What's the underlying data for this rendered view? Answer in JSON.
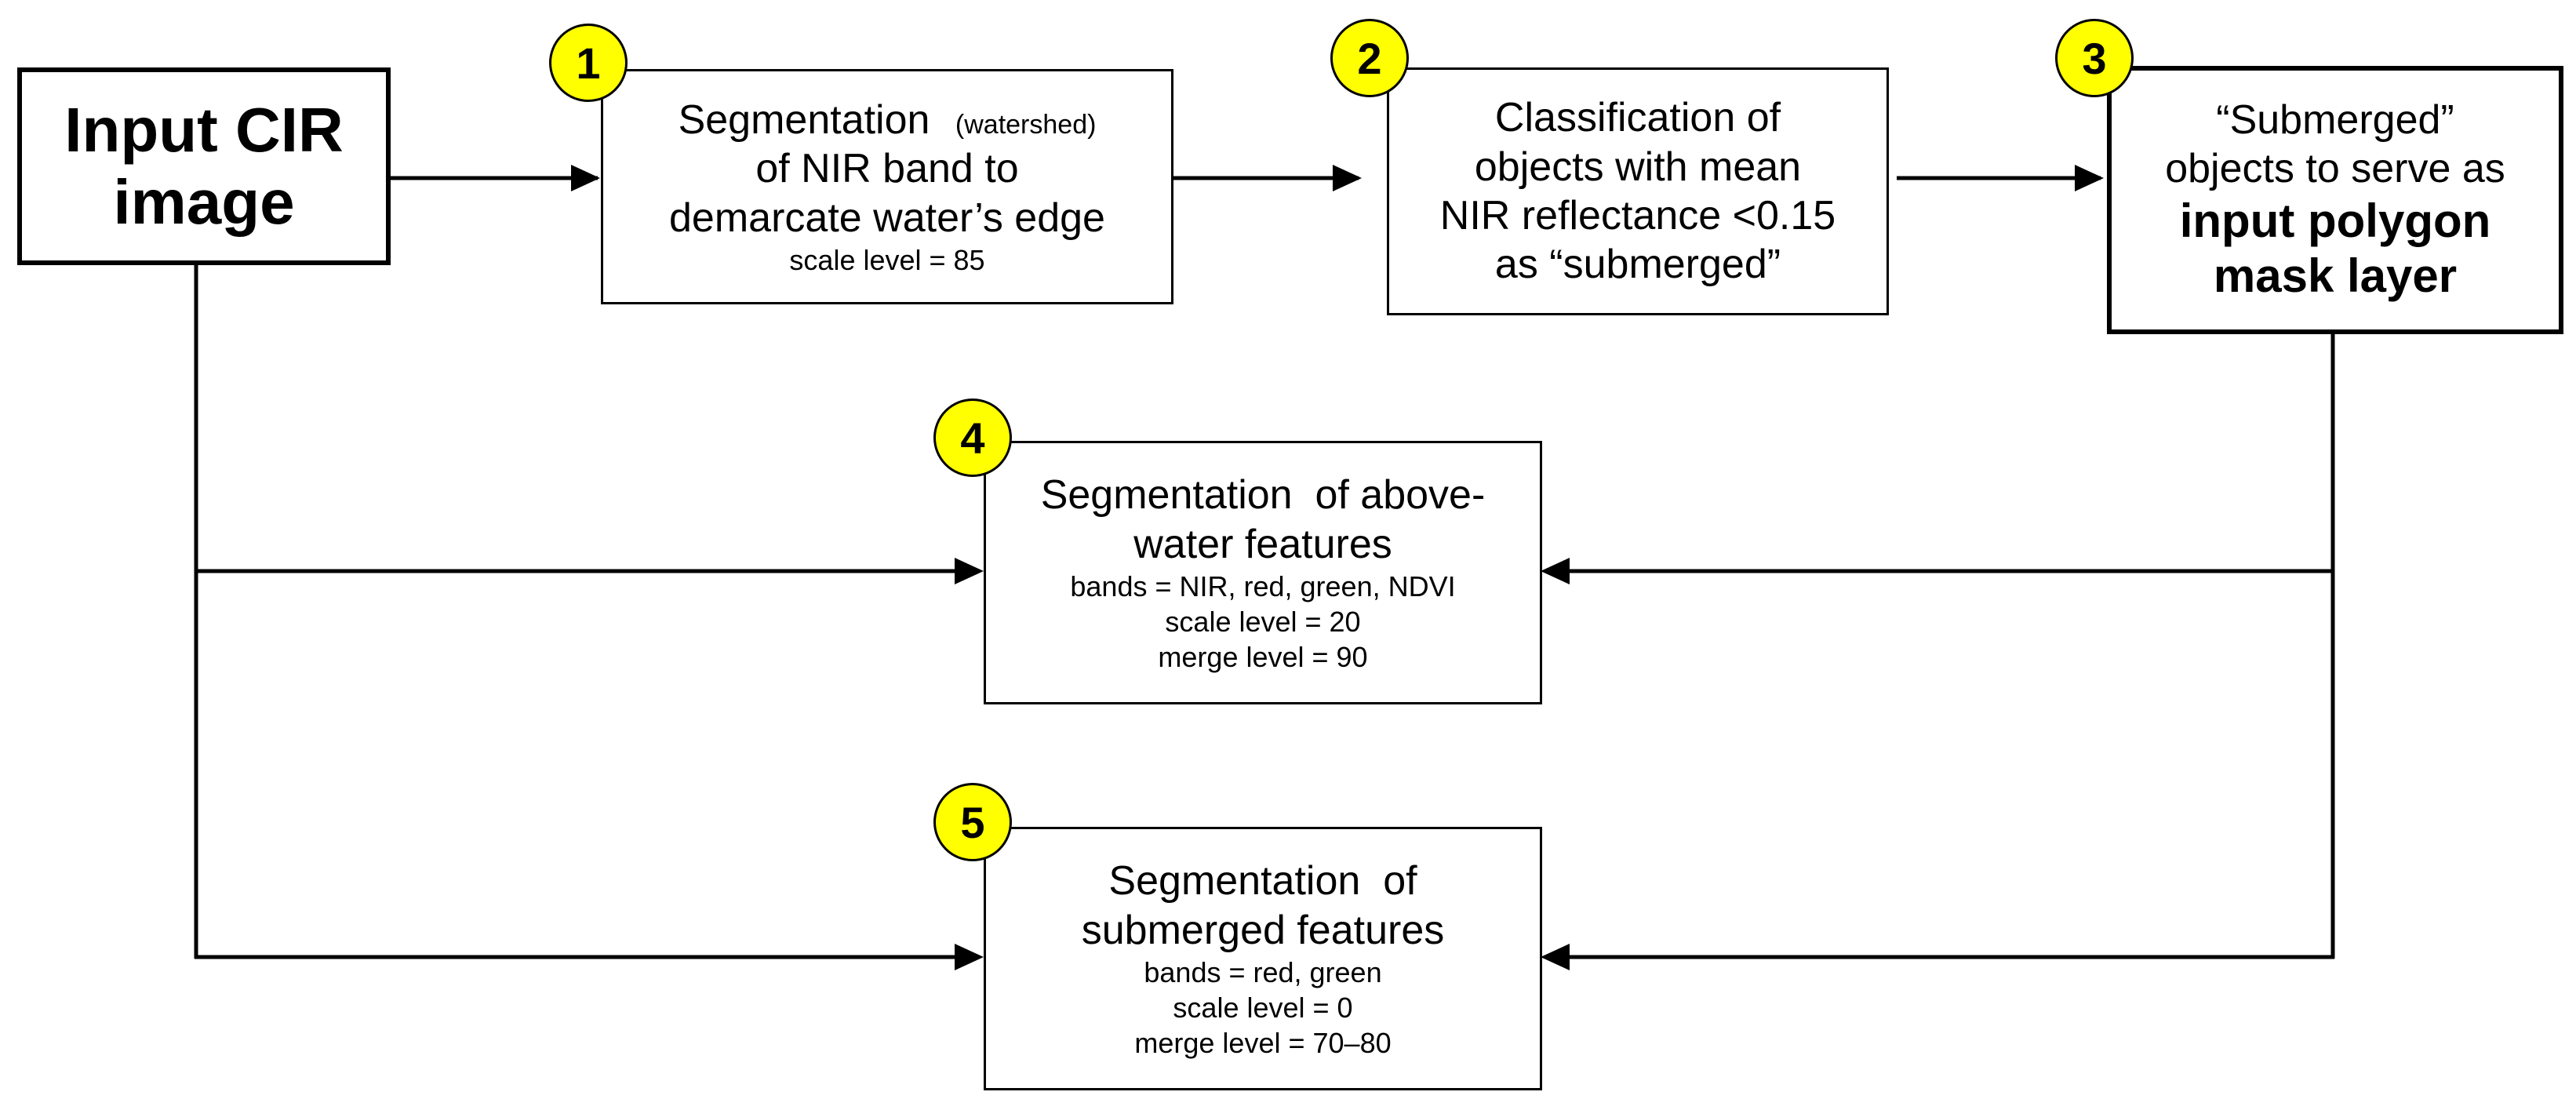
{
  "input_box": {
    "line1": "Input CIR",
    "line2": "image"
  },
  "step1": {
    "number": "1",
    "line1_main": "Segmentation",
    "line1_small": "(watershed)",
    "line2": "of NIR band to",
    "line3": "demarcate water’s edge",
    "line4": "scale level = 85"
  },
  "step2": {
    "number": "2",
    "line1": "Classification of",
    "line2": "objects with mean",
    "line3": "NIR reflectance <0.15",
    "line4": "as “submerged”"
  },
  "step3": {
    "number": "3",
    "line1": "“Submerged”",
    "line2": "objects to serve as",
    "line3": "input polygon",
    "line4": "mask layer"
  },
  "step4": {
    "number": "4",
    "line1": "Segmentation  of above-",
    "line2": "water features",
    "line3": "bands = NIR, red, green, NDVI",
    "line4": "scale level = 20",
    "line5": "merge level = 90"
  },
  "step5": {
    "number": "5",
    "line1": "Segmentation  of",
    "line2": "submerged features",
    "line3": "bands = red, green",
    "line4": "scale level = 0",
    "line5": "merge level = 70–80"
  }
}
